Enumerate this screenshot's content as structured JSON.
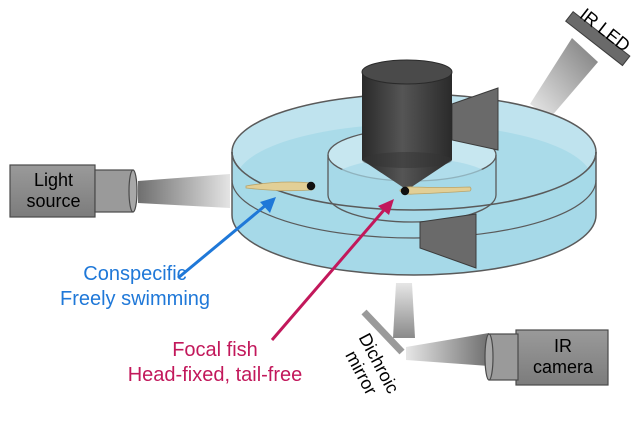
{
  "labels": {
    "light_source": [
      "Light",
      "source"
    ],
    "ir_led": "IR LED",
    "ir_camera": [
      "IR",
      "camera"
    ],
    "dichroic_mirror": [
      "Dichroic",
      "mirror"
    ],
    "conspecific": [
      "Conspecific",
      "Freely swimming"
    ],
    "focal_fish": [
      "Focal fish",
      "Head-fixed, tail-free"
    ]
  },
  "colors": {
    "water": "#a6d9e8",
    "rim": "#5a5a5a",
    "objective": "#3c3c3c",
    "device_body": "#8c8c8c",
    "screen": "#6a6a6a",
    "fish": "#e2cf96",
    "conspecific_text": "#1f78d8",
    "focal_text": "#c2185b"
  },
  "icons": {
    "conspecific_arrow": "arrow-icon",
    "focal_arrow": "arrow-icon"
  }
}
